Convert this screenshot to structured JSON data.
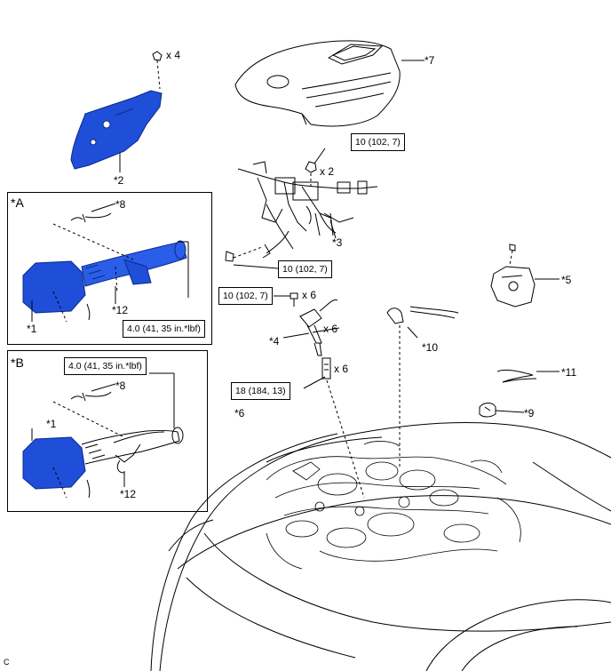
{
  "colors": {
    "part_fill": "#1f4fd8",
    "part_dark": "#0b2a8a",
    "line": "#000000"
  },
  "groups": {
    "a": "*A",
    "b": "*B"
  },
  "callouts": {
    "p1a": "*1",
    "p1b": "*1",
    "p2": "*2",
    "p3": "*3",
    "p4": "*4",
    "p5": "*5",
    "p6": "*6",
    "p7": "*7",
    "p8a": "*8",
    "p8b": "*8",
    "p9": "*9",
    "p10": "*10",
    "p11": "*11",
    "p12a": "*12",
    "p12b": "*12"
  },
  "quantities": {
    "bolt_x4": "x 4",
    "nut_x2": "x 2",
    "bolt_x6": "x 6",
    "coil_x6": "x 6",
    "plug_x6": "x 6"
  },
  "torques": {
    "nut_top": "10 (102, 7)",
    "bolt_harness": "10 (102, 7)",
    "bolt_coil": "10 (102, 7)",
    "plug": "18 (184, 13)",
    "clamp_a": "4.0 (41, 35 in.*lbf)",
    "clamp_b": "4.0 (41, 35 in.*lbf)"
  },
  "corner_mark": "C"
}
